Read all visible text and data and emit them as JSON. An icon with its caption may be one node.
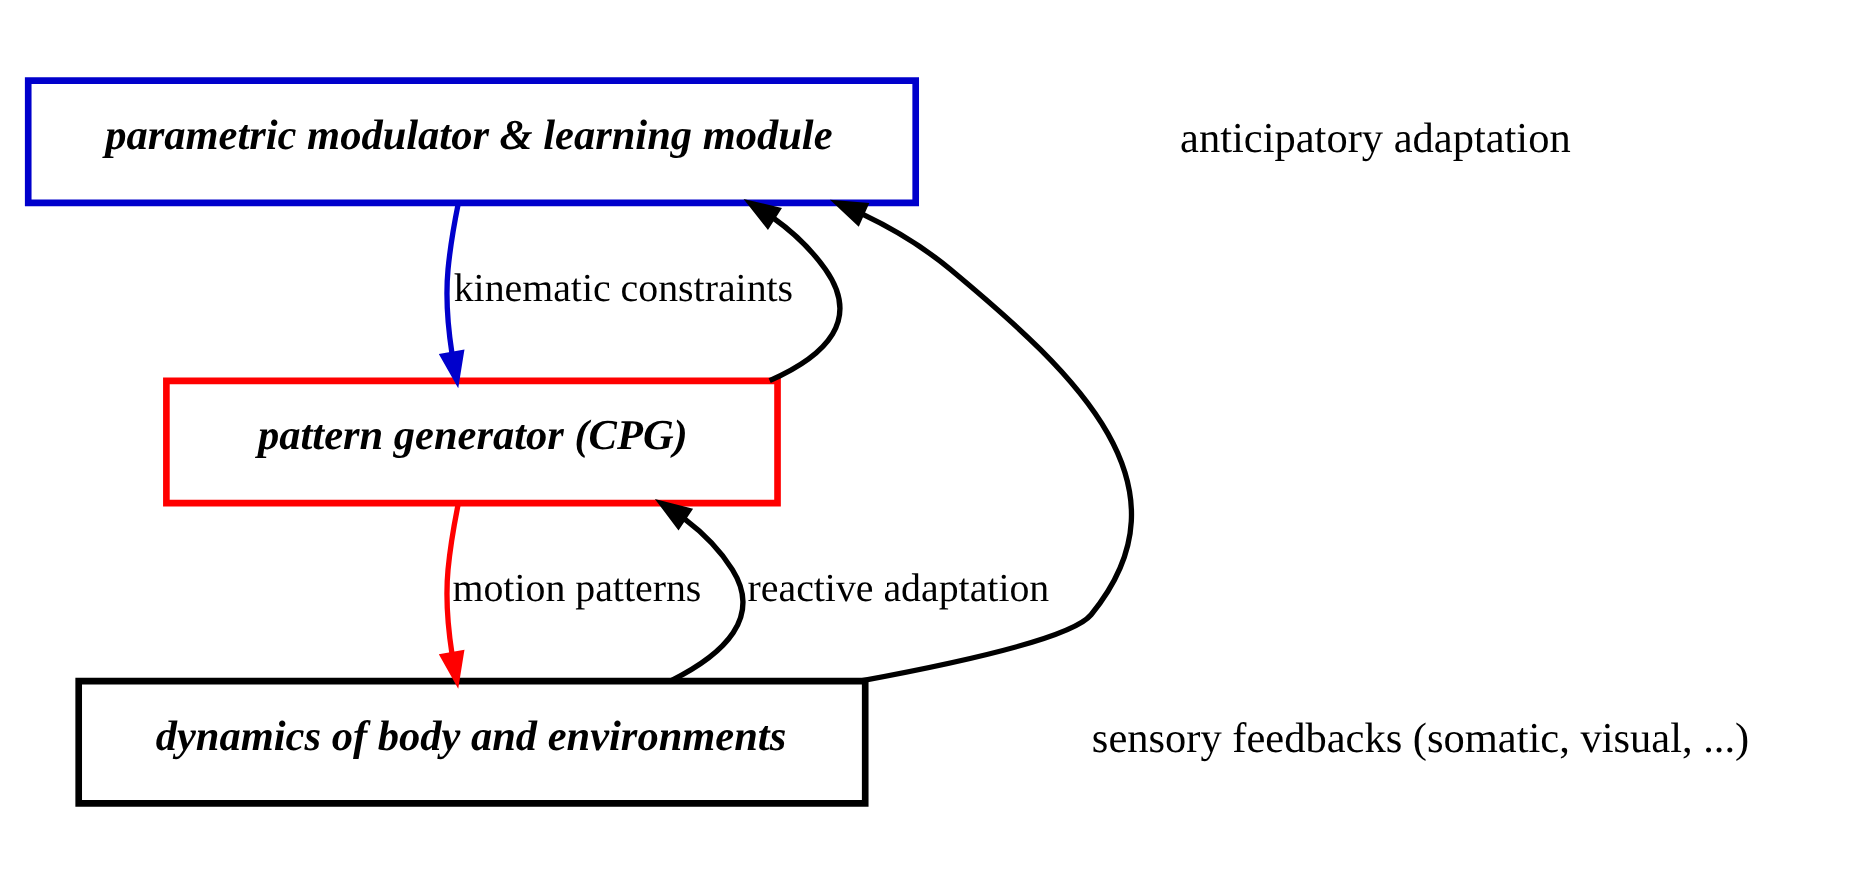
{
  "diagram": {
    "nodes": [
      {
        "text": [
          "parametric modulator & learning module"
        ]
      },
      {
        "text": [
          "pattern generator (CPG)"
        ]
      },
      {
        "text": [
          "dynamics of body and environments"
        ]
      }
    ],
    "edges": [
      {
        "from": 0,
        "to": 1,
        "arrow": "to",
        "color": "#0000cc",
        "label": "kinematic constraints"
      },
      {
        "from": 1,
        "to": 2,
        "arrow": "to",
        "color": "#ff0000",
        "label": "motion patterns"
      },
      {
        "from": 2,
        "to": 1,
        "arrow": "to",
        "label": "reactive adaptation"
      },
      {
        "from": 1,
        "to": 0,
        "arrow": "to"
      },
      {
        "from": 2,
        "to": 0,
        "arrow": "to"
      }
    ],
    "labels": [
      "anticipatory adaptation",
      "sensory feedbacks (somatic, visual, ...)"
    ]
  }
}
